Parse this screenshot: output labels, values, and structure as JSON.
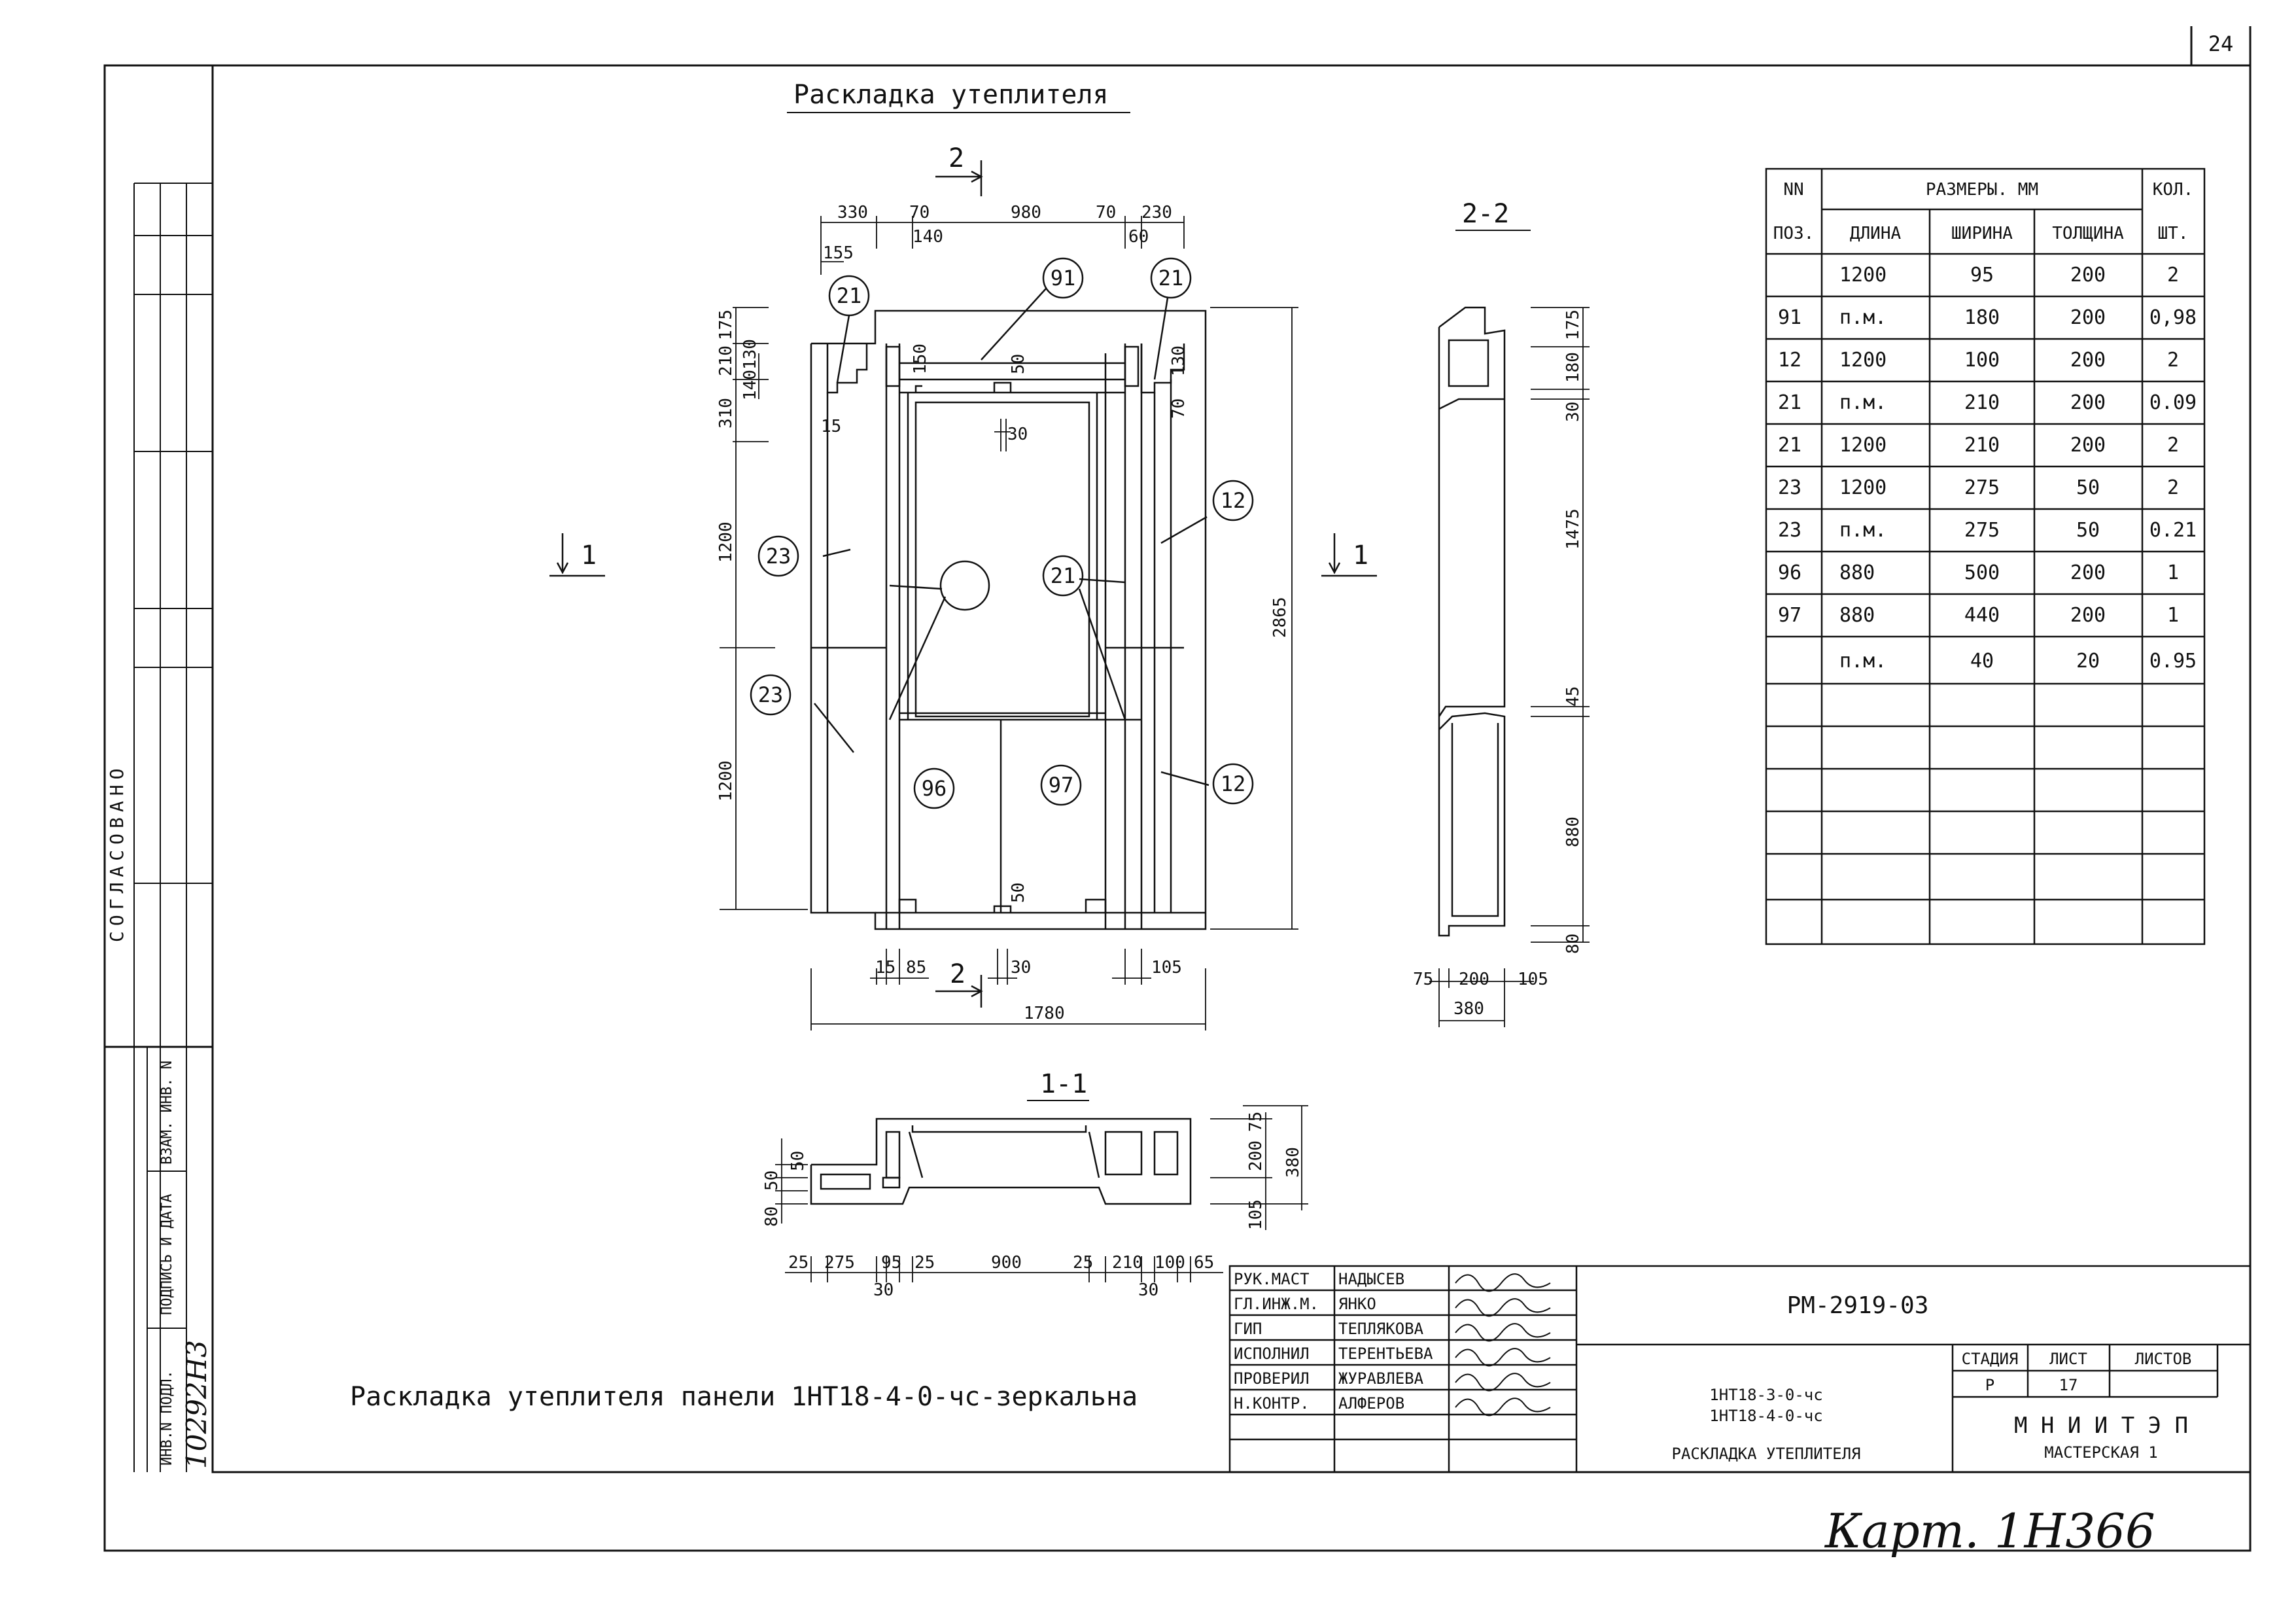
{
  "sheet_number": "24",
  "main_title": "Раскладка утеплителя",
  "bottom_caption": "Раскладка утеплителя панели 1НТ18-4-0-чс-зеркальна",
  "section_labels": {
    "s22": "2-2",
    "s11": "1-1",
    "mark2_top": "2",
    "mark2_bottom": "2",
    "mark1_left": "1",
    "mark1_right": "1"
  },
  "side_labels": {
    "agreed": "СОГЛАСОВАНО",
    "inv_no_orig": "ИНВ.N ПОДЛ.",
    "sign_date": "ПОДПИСЬ И ДАТА",
    "inv_no_repl": "ВЗАМ. ИНВ. N",
    "inv_value": "10292Н3"
  },
  "bubbles": {
    "b21_left": "21",
    "b91": "91",
    "b21_right": "21",
    "b23_a": "23",
    "b23_b": "23",
    "b12_a": "12",
    "b12_b": "12",
    "b21_center": "21",
    "b96": "96",
    "b97": "97"
  },
  "dims_top": {
    "d330": "330",
    "d70a": "70",
    "d980": "980",
    "d70b": "70",
    "d230": "230",
    "d140": "140",
    "d60": "60",
    "d155": "155"
  },
  "dims_left": {
    "d175": "175",
    "d210": "210",
    "d140_130": "140130",
    "d310": "310",
    "d15": "15",
    "d1200a": "1200",
    "d1200b": "1200"
  },
  "dims_inner": {
    "d150": "150",
    "d50a": "50",
    "d30a": "30",
    "d130": "130",
    "d70": "70",
    "d50b": "50"
  },
  "dims_right": {
    "d2865": "2865"
  },
  "dims_bottom": {
    "d15": "15",
    "d85": "85",
    "d30": "30",
    "d105": "105",
    "d1780": "1780"
  },
  "dims_22": {
    "d175": "175",
    "d180": "180",
    "d30": "30",
    "d1475": "1475",
    "d45": "45",
    "d880": "880",
    "d80": "80",
    "d75": "75",
    "d200": "200",
    "d105": "105",
    "d380": "380"
  },
  "dims_11": {
    "d80": "80",
    "d50a": "50",
    "d50b": "50",
    "d75": "75",
    "d200": "200",
    "d105": "105",
    "d380": "380",
    "b25a": "25",
    "b275": "275",
    "b95": "95",
    "b25b": "25",
    "b900": "900",
    "b25c": "25",
    "b210": "210",
    "b100": "100",
    "b65": "65",
    "b30a": "30",
    "b30b": "30"
  },
  "spec_table": {
    "headers": {
      "nn": "NN",
      "pos": "ПОЗ.",
      "sizes": "РАЗМЕРЫ. ММ",
      "qty": "КОЛ.",
      "qty_unit": "ШТ.",
      "length": "ДЛИНА",
      "width": "ШИРИНА",
      "thickness": "ТОЛЩИНА"
    },
    "rows": [
      [
        "",
        "1200",
        "95",
        "200",
        "2"
      ],
      [
        "91",
        "п.м.",
        "180",
        "200",
        "0,98"
      ],
      [
        "12",
        "1200",
        "100",
        "200",
        "2"
      ],
      [
        "21",
        "п.м.",
        "210",
        "200",
        "0.09"
      ],
      [
        "21",
        "1200",
        "210",
        "200",
        "2"
      ],
      [
        "23",
        "1200",
        "275",
        "50",
        "2"
      ],
      [
        "23",
        "п.м.",
        "275",
        "50",
        "0.21"
      ],
      [
        "96",
        "880",
        "500",
        "200",
        "1"
      ],
      [
        "97",
        "880",
        "440",
        "200",
        "1"
      ],
      [
        "",
        "п.м.",
        "40",
        "20",
        "0.95"
      ]
    ]
  },
  "title_block": {
    "roles": [
      "РУК.МАСТ",
      "ГЛ.ИНЖ.М.",
      "ГИП",
      "ИСПОЛНИЛ",
      "ПРОВЕРИЛ",
      "Н.КОНТР."
    ],
    "names": [
      "НАДЫСЕВ",
      "ЯНКО",
      "ТЕПЛЯКОВА",
      "ТЕРЕНТЬЕВА",
      "ЖУРАВЛЕВА",
      "АЛФЕРОВ"
    ],
    "doc_code": "РМ-2919-03",
    "products": [
      "1НТ18-3-0-чс",
      "1НТ18-4-0-чс"
    ],
    "sheet_title": "РАСКЛАДКА УТЕПЛИТЕЛЯ",
    "stage_label": "СТАДИЯ",
    "sheet_label": "ЛИСТ",
    "sheets_label": "ЛИСТОВ",
    "stage": "Р",
    "sheet": "17",
    "sheets": "",
    "org": "М Н И И Т Э П",
    "workshop": "МАСТЕРСКАЯ 1"
  },
  "handwritten_note": "Карт. 1Н366"
}
